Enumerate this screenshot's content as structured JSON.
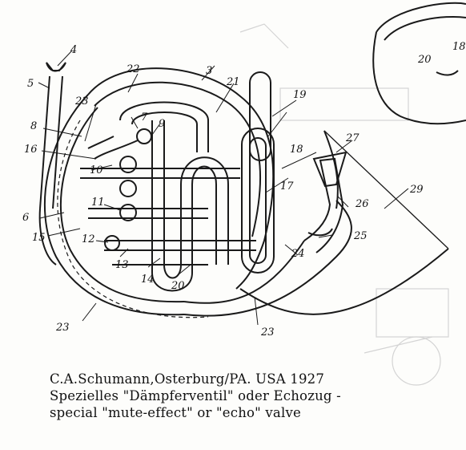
{
  "labels": {
    "l3": "3",
    "l4": "4",
    "l5": "5",
    "l6": "6",
    "l7": "7",
    "l8": "8",
    "l9": "9",
    "l10": "10",
    "l11": "11",
    "l12": "12",
    "l13": "13",
    "l14": "14",
    "l15": "15",
    "l16": "16",
    "l17": "17",
    "l18": "18",
    "l18b": "18",
    "l19": "19",
    "l20": "20",
    "l20b": "20",
    "l21": "21",
    "l22": "22",
    "l23a": "23",
    "l23b": "23",
    "l23c": "23",
    "l24": "24",
    "l25": "25",
    "l26": "26",
    "l27": "27",
    "l29": "29"
  },
  "caption": {
    "line1": "C.A.Schumann,Osterburg/PA.  USA  1927",
    "line2": "Spezielles  \"Dämpferventil\"  oder  Echozug  -",
    "line3": "special  \"mute-effect\"  or  \"echo\"  valve"
  },
  "colors": {
    "ink": "#1a1a1a",
    "faded": "#c9c9c9",
    "paper": "#fdfdfb"
  }
}
